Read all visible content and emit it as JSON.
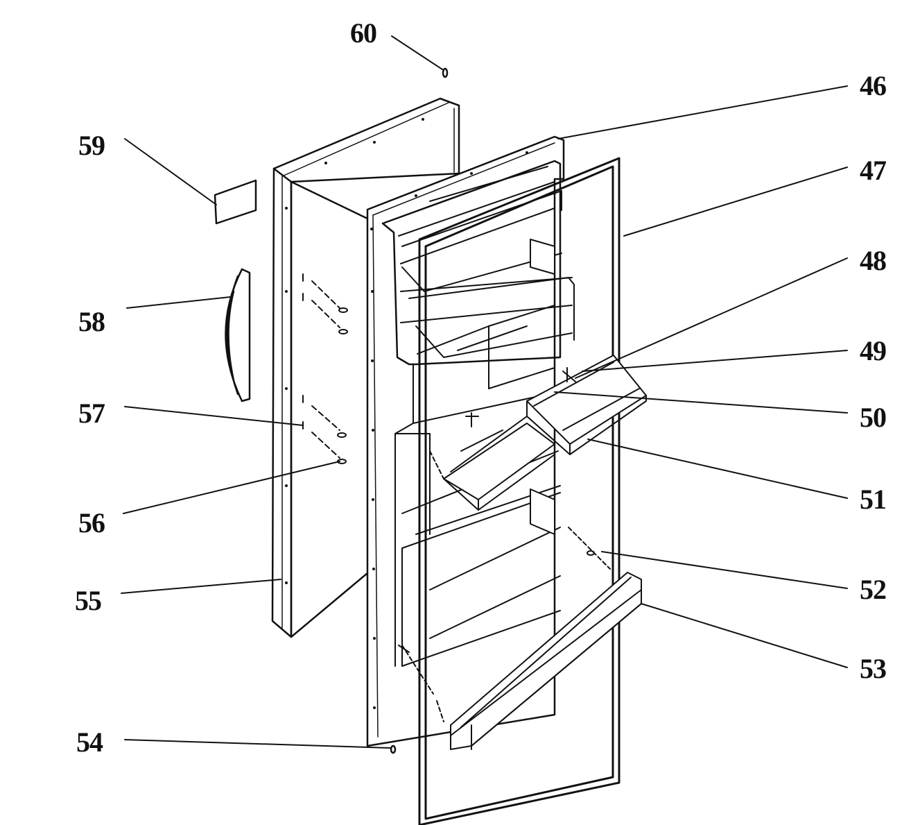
{
  "diagram": {
    "line_color": "#111111",
    "background": "#ffffff",
    "parts": [
      {
        "id": "p60",
        "label": "60"
      },
      {
        "id": "p46",
        "label": "46"
      },
      {
        "id": "p59",
        "label": "59"
      },
      {
        "id": "p47",
        "label": "47"
      },
      {
        "id": "p48",
        "label": "48"
      },
      {
        "id": "p58",
        "label": "58"
      },
      {
        "id": "p49",
        "label": "49"
      },
      {
        "id": "p57",
        "label": "57"
      },
      {
        "id": "p50",
        "label": "50"
      },
      {
        "id": "p51",
        "label": "51"
      },
      {
        "id": "p56",
        "label": "56"
      },
      {
        "id": "p52",
        "label": "52"
      },
      {
        "id": "p55",
        "label": "55"
      },
      {
        "id": "p53",
        "label": "53"
      },
      {
        "id": "p54",
        "label": "54"
      }
    ]
  }
}
